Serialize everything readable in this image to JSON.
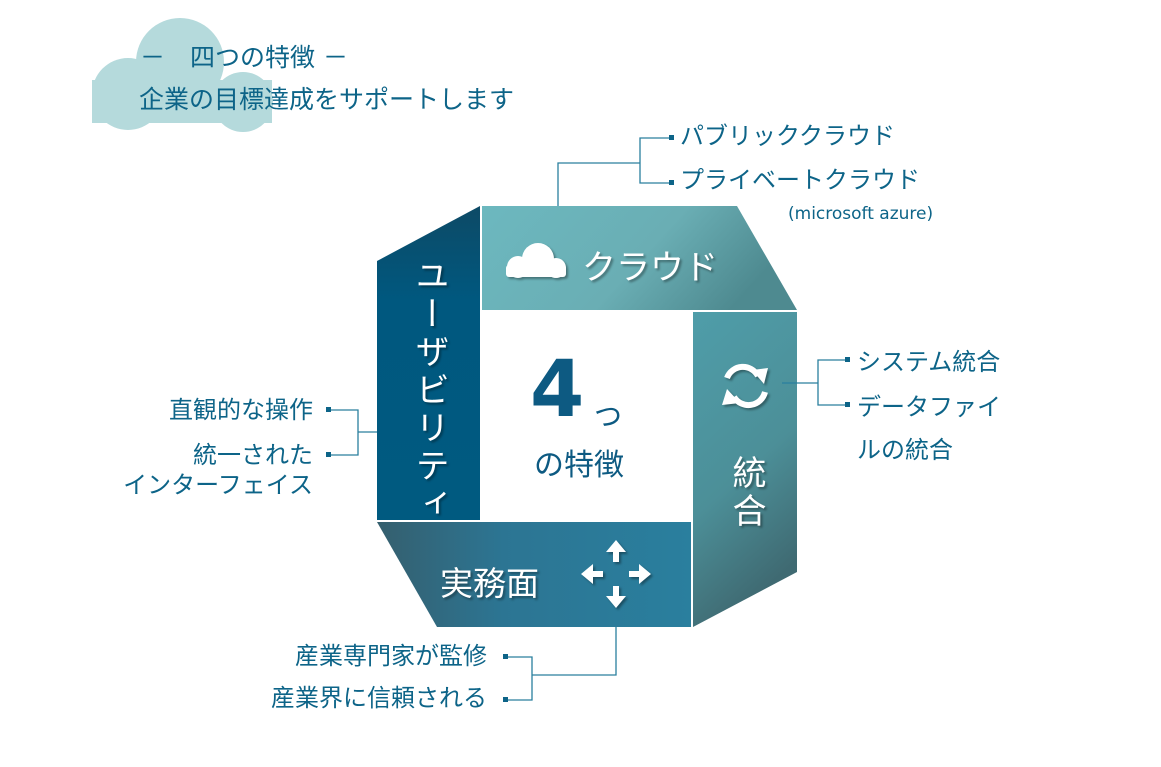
{
  "header": {
    "line1": "－　四つの特徴 －",
    "line2": "企業の目標達成をサポートします"
  },
  "center": {
    "number": "4",
    "suffix": "つ",
    "caption": "の特徴"
  },
  "segments": {
    "cloud": {
      "label": "クラウド",
      "icon": "cloud-icon",
      "notes": [
        "パブリッククラウド",
        "プライベートクラウド"
      ],
      "sub": "(microsoft azure)"
    },
    "integration": {
      "label": "統合",
      "icon": "sync-icon",
      "notes": [
        "システム統合",
        "データファイ",
        "ルの統合"
      ]
    },
    "practice": {
      "label": "実務面",
      "icon": "move-arrows-icon",
      "notes": [
        "産業専門家が監修",
        "産業界に信頼される"
      ]
    },
    "usability": {
      "label": "ユーザビリティ",
      "notes": [
        "直観的な操作",
        "統一された",
        "インターフェイス"
      ]
    }
  },
  "colors": {
    "text": "#0d6488",
    "usability": "#00587f",
    "cloud": "#6cb5bb",
    "integration": "#4e9aa6",
    "practice": "#2a7a98",
    "header_cloud": "#b5dadc"
  }
}
